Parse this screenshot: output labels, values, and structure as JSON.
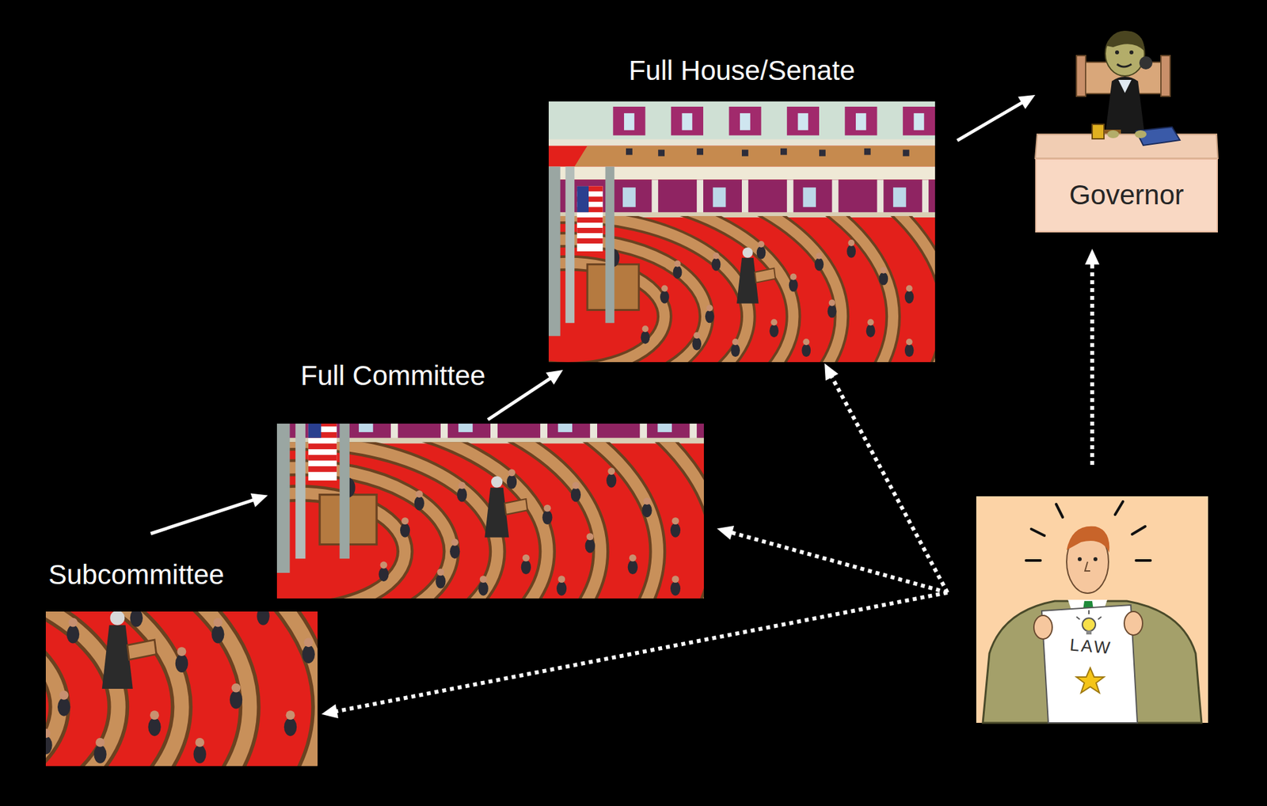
{
  "diagram": {
    "nodes": [
      {
        "text": [
          "Full House/Senate"
        ]
      },
      {
        "text": [
          "Governor"
        ]
      },
      {
        "text": [
          "Full Committee"
        ]
      },
      {
        "text": [
          "Subcommittee"
        ]
      },
      {
        "text": [
          "LAW"
        ]
      }
    ],
    "edges": [
      {
        "from": 3,
        "to": 2,
        "arrow": "to"
      },
      {
        "from": 2,
        "to": 0,
        "arrow": "to"
      },
      {
        "from": 0,
        "to": 1,
        "arrow": "to"
      },
      {
        "from": 4,
        "to": 3,
        "arrow": "to"
      },
      {
        "from": 4,
        "to": 2,
        "arrow": "to"
      },
      {
        "from": 4,
        "to": 0,
        "arrow": "to"
      },
      {
        "from": 4,
        "to": 1,
        "arrow": "to"
      }
    ]
  }
}
